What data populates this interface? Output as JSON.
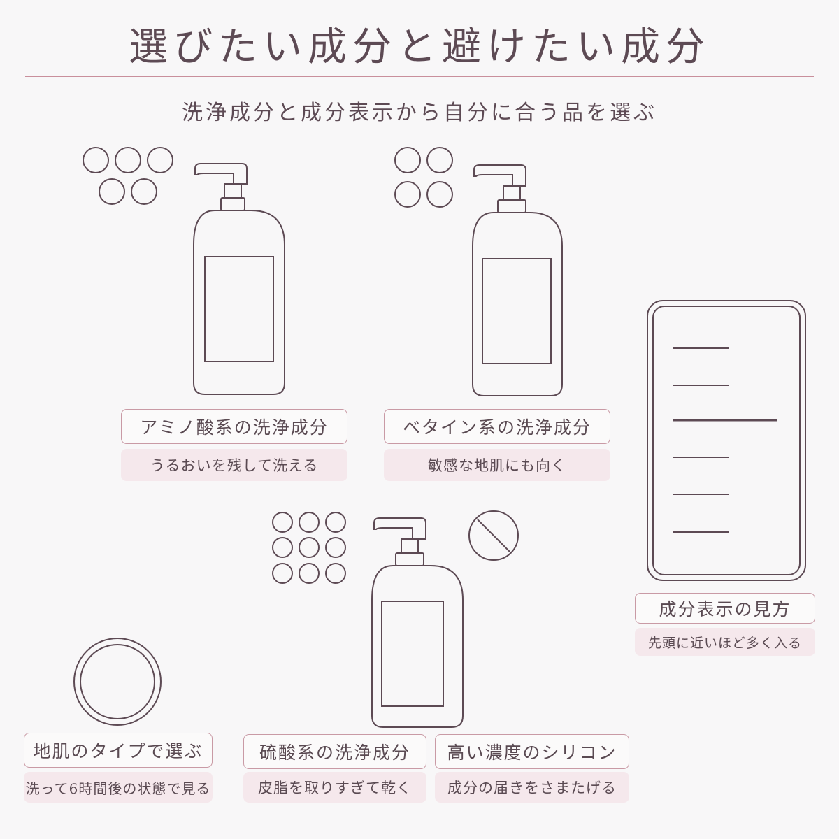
{
  "header": {
    "title": "選びたい成分と避けたい成分",
    "subtitle": "洗浄成分と成分表示から自分に合う品を選ぶ"
  },
  "cards": {
    "amino": {
      "label": "アミノ酸系の洗浄成分",
      "description": "うるおいを残して洗える",
      "rating_icon": "circle-icon",
      "rating_count": 5
    },
    "betaine": {
      "label": "ベタイン系の洗浄成分",
      "description": "敏感な地肌にも向く",
      "rating_icon": "circle-icon",
      "rating_count": 4
    },
    "sulfate": {
      "label": "硫酸系の洗浄成分",
      "description": "皮脂を取りすぎて乾く",
      "rating_icon": "circle-icon",
      "rating_count": 9,
      "warning_icon": "prohibited-icon"
    },
    "silicone": {
      "label": "高い濃度のシリコン",
      "description": "成分の届きをさまたげる"
    },
    "ingredient_list": {
      "label": "成分表示の見方",
      "description": "先頭に近いほど多く入る",
      "icon": "ingredient-list-card-icon"
    },
    "scalp_type": {
      "label": "地肌のタイプで選ぶ",
      "description": "洗って6時間後の状態で見る",
      "icon": "ring-icon"
    }
  },
  "colors": {
    "line": "#5d4a54",
    "accent": "#c98f9c",
    "label_bg": "#f5e8ec"
  }
}
